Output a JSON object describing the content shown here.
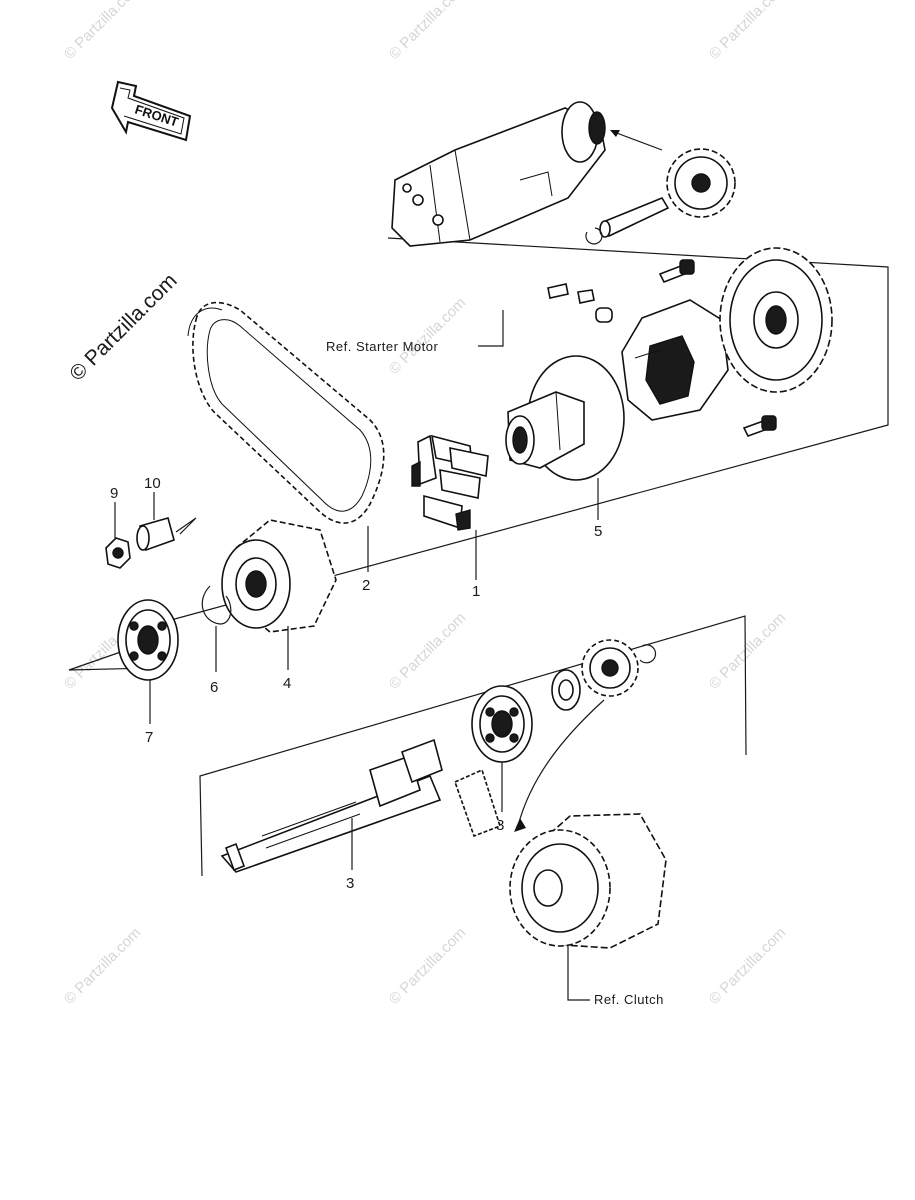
{
  "watermark": {
    "brand": "© Partzilla.com",
    "tile": "© Partzilla.com"
  },
  "front_marker": {
    "label": "FRONT",
    "icon": "front-arrow-icon"
  },
  "callouts": {
    "c1": "1",
    "c2": "2",
    "c3": "3",
    "c4": "4",
    "c5": "5",
    "c6": "6",
    "c7": "7",
    "c8": "8",
    "c9": "9",
    "c10": "10"
  },
  "references": {
    "starter_motor": "Ref. Starter Motor",
    "clutch": "Ref. Clutch"
  },
  "colors": {
    "ink": "#111111",
    "watermark": "#d6d6d6",
    "background": "#ffffff"
  }
}
